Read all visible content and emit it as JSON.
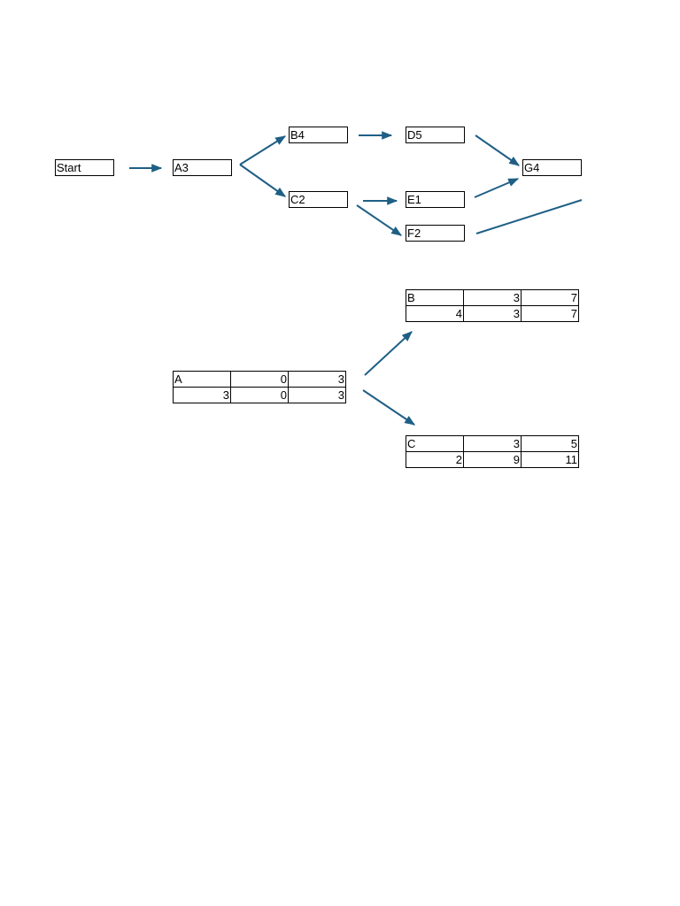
{
  "arrow_color": "#1f5f85",
  "network": {
    "nodes": {
      "start": "Start",
      "a": "A3",
      "b": "B4",
      "c": "C2",
      "d": "D5",
      "e": "E1",
      "f": "F2",
      "g": "G4"
    }
  },
  "activity_tables": {
    "a": {
      "row1": [
        "A",
        "0",
        "3"
      ],
      "row2": [
        "3",
        "0",
        "3"
      ]
    },
    "b": {
      "row1": [
        "B",
        "3",
        "7"
      ],
      "row2": [
        "4",
        "3",
        "7"
      ]
    },
    "c": {
      "row1": [
        "C",
        "3",
        "5"
      ],
      "row2": [
        "2",
        "9",
        "11"
      ]
    }
  }
}
